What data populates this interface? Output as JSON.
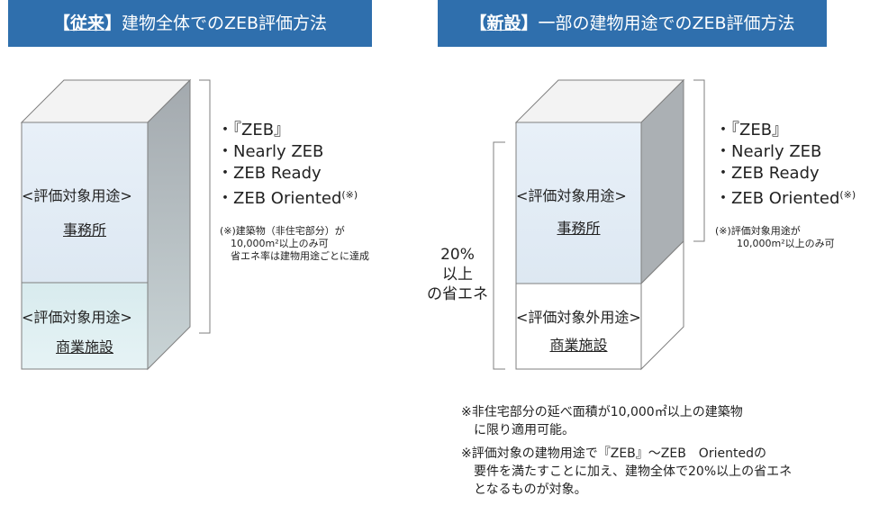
{
  "headers": {
    "left": {
      "tag": "従来",
      "title": "建物全体でのZEB評価方法"
    },
    "right": {
      "tag": "新設",
      "title": "一部の建物用途でのZEB評価方法"
    }
  },
  "left_building": {
    "upper": {
      "line1": "<評価対象用途>",
      "line2": "事務所"
    },
    "lower": {
      "line1": "<評価対象用途>",
      "line2": "商業施設"
    }
  },
  "right_building": {
    "upper": {
      "line1": "<評価対象用途>",
      "line2": "事務所"
    },
    "lower": {
      "line1": "<評価対象外用途>",
      "line2": "商業施設"
    }
  },
  "zeb_list": {
    "left": [
      "・『ZEB』",
      "・Nearly ZEB",
      "・ZEB Ready",
      "・ZEB Oriented"
    ],
    "right": [
      "・『ZEB』",
      "・Nearly ZEB",
      "・ZEB Ready",
      "・ZEB Oriented"
    ],
    "mark": "(※)",
    "mark_right": "(※)"
  },
  "notes": {
    "left": [
      "(※)建築物（非住宅部分）が",
      "10,000m²以上のみ可",
      "省エネ率は建物用途ごとに達成"
    ],
    "right": [
      "(※)評価対象用途が",
      "10,000m²以上のみ可"
    ]
  },
  "energy_saving": [
    "20%",
    "以上",
    "の省エネ"
  ],
  "bottom_notes": [
    "※非住宅部分の延べ面積が10,000㎡以上の建築物",
    "に限り適用可能。",
    "※評価対象の建物用途で『ZEB』～ZEB　Orientedの",
    "要件を満たすことに加え、建物全体で20%以上の省エネ",
    "となるものが対象。"
  ],
  "colors": {
    "header_bg": "#2f6fad",
    "front_office": "#e4eef6",
    "front_commercial": "#ddeff1",
    "side": "#a9aeb3",
    "top": "#f2f2f2",
    "outline": "#7f7f7f"
  }
}
